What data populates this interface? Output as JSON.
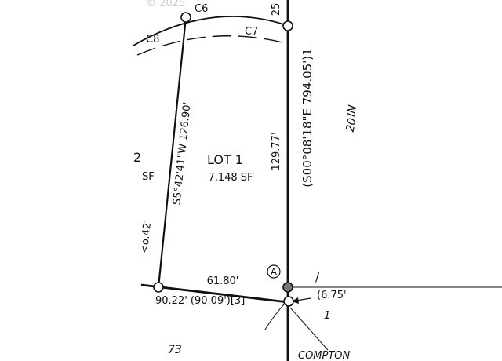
{
  "watermark": "© 2025",
  "curves": {
    "c6": "C6",
    "c7": "C7",
    "c8": "C8"
  },
  "lot": {
    "title": "LOT 1",
    "area": "7,148 SF",
    "west_bearing": "S5°42'41\"W 126.90'",
    "east_length": "129.77'",
    "south_length": "61.80'"
  },
  "east_line": {
    "bearing": "(S00°08'18\"E 794.05')1",
    "top_fragment": "25"
  },
  "adjacent_lot": {
    "number": "2",
    "area_fragment": "SF",
    "dim_fragment": "<o.42'"
  },
  "south_line": {
    "dims": "90.22' (90.09')[3]"
  },
  "monument": {
    "marker": "A"
  },
  "corner": {
    "callout": "(6.75'",
    "note": "1",
    "tick": "/"
  },
  "east_parcel": {
    "label_1": "IN",
    "label_2": "20"
  },
  "bottom": {
    "lot_fragment": "73",
    "street": "COMPTON"
  }
}
